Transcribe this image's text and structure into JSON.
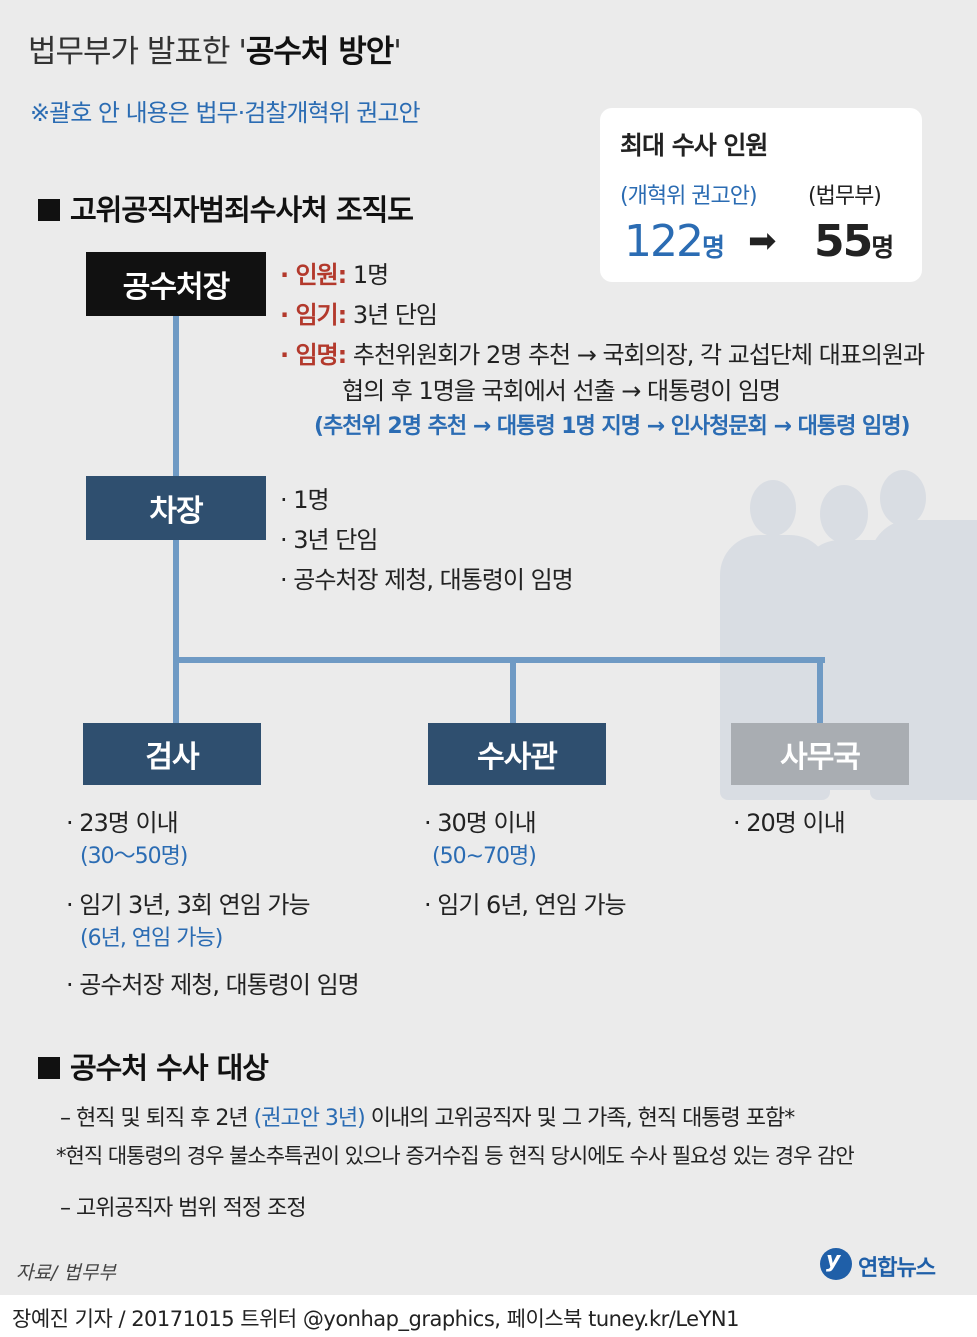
{
  "title_prefix": "법무부가 발표한 '",
  "title_bold": "공수처 방안",
  "title_suffix": "'",
  "subnote": "※괄호 안 내용은 법무·검찰개혁위 권고안",
  "card": {
    "heading": "최대 수사 인원",
    "left_label": "(개혁위 권고안)",
    "right_label": "(법무부)",
    "left_num": "122",
    "left_unit": "명",
    "arrow": "➡",
    "right_num": "55",
    "right_unit": "명"
  },
  "section1": "고위공직자범죄수사처 조직도",
  "head_box": "공수처장",
  "head_info": {
    "l1_label": "· 인원:",
    "l1_val": " 1명",
    "l2_label": "· 임기:",
    "l2_val": " 3년 단임",
    "l3_label": "· 임명:",
    "l3_val": " 추천위원회가 2명 추천 → 국회의장, 각 교섭단체 대표의원과",
    "l4": "협의 후 1명을 국회에서 선출  → 대통령이 임명",
    "l5": "(추천위 2명 추천 → 대통령 1명 지명 → 인사청문회 → 대통령 임명)"
  },
  "deputy_box": "차장",
  "deputy_info": [
    "· 1명",
    "· 3년 단임",
    "· 공수처장 제청, 대통령이 임명"
  ],
  "prosecutor_box": "검사",
  "prosecutor_info": {
    "a1": "· 23명 이내",
    "a2": "(30～50명)",
    "b1": "· 임기 3년, 3회 연임 가능",
    "b2": "(6년, 연임 가능)",
    "c1": "· 공수처장 제청, 대통령이 임명"
  },
  "investigator_box": "수사관",
  "investigator_info": {
    "a1": "· 30명 이내",
    "a2": "(50~70명)",
    "b1": "· 임기 6년, 연임 가능"
  },
  "office_box": "사무국",
  "office_info": "· 20명 이내",
  "section2": "공수처 수사 대상",
  "target1_pre": "– 현직 및 퇴직 후 2년 ",
  "target1_blue": "(권고안 3년)",
  "target1_post": " 이내의 고위공직자 및 그 가족, 현직 대통령 포함*",
  "target_note": "*현직 대통령의 경우 불소추특권이 있으나 증거수집 등 현직 당시에도 수사 필요성 있는 경우 감안",
  "target2": "– 고위공직자 범위 적정 조정",
  "source": "자료/ 법무부",
  "logo": "연합뉴스",
  "footer": "장예진 기자 / 20171015 트위터 @yonhap_graphics, 페이스북 tuney.kr/LeYN1",
  "colors": {
    "navy": "#2f4f6f",
    "black": "#111111",
    "gray": "#a9adb2",
    "line": "#6f9ac4",
    "blue": "#2b6cb3",
    "red": "#b3392c"
  }
}
